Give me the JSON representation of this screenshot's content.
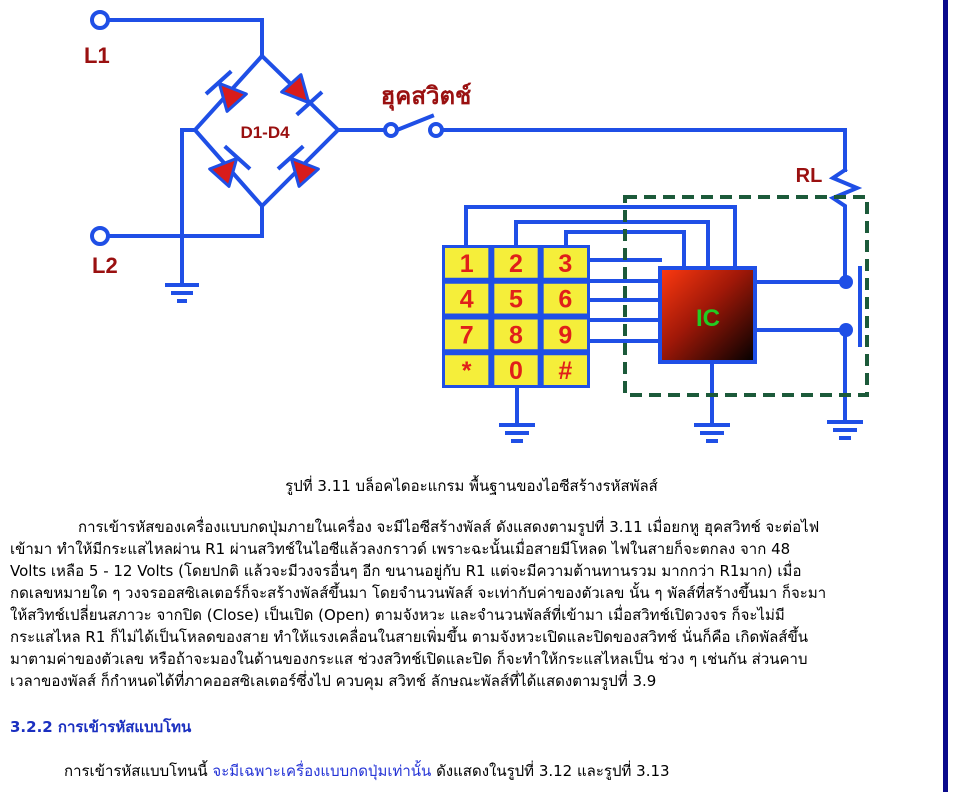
{
  "diagram": {
    "labels": {
      "l1": "L1",
      "l2": "L2",
      "bridge": "D1-D4",
      "hook_switch": "ฮุคสวิตช์",
      "rl": "RL",
      "ic": "IC"
    },
    "keypad": {
      "keys": [
        "1",
        "2",
        "3",
        "4",
        "5",
        "6",
        "7",
        "8",
        "9",
        "*",
        "0",
        "#"
      ]
    },
    "colors": {
      "wire": "#1f4fe6",
      "label": "#9a1010",
      "diode": "#d81c1c",
      "keypad_bg": "#f5ee3a",
      "keypad_text": "#e0201a",
      "ic_text": "#22cc22",
      "dashed_box": "#1c5a3a"
    }
  },
  "caption": "รูปที่ 3.11 บล็อคไดอะแกรม พื้นฐานของไอซีสร้างรหัสพัลส์",
  "paragraph_lines": [
    "การเข้ารหัสของเครื่องแบบกดปุ่มภายในเครื่อง จะมีไอซีสร้างพัลส์ ดังแสดงตามรูปที่ 3.11 เมื่อยกหู ฮุคสวิทช์ จะต่อไฟ",
    "เข้ามา ทำให้มีกระแสไหลผ่าน R1 ผ่านสวิทช์ในไอซีแล้วลงกราวด์ เพราะฉะนั้นเมื่อสายมีโหลด ไฟในสายก็จะตกลง จาก 48",
    "Volts เหลือ 5 - 12 Volts (โดยปกติ แล้วจะมีวงจรอื่นๆ อีก ขนานอยู่กับ R1 แต่จะมีความต้านทานรวม มากกว่า R1มาก) เมื่อ",
    "กดเลขหมายใด ๆ วงจรออสซิเลเตอร์ก็จะสร้างพัลส์ขึ้นมา โดยจำนวนพัลส์ จะเท่ากับค่าของตัวเลข นั้น ๆ พัลส์ที่สร้างขึ้นมา ก็จะมา",
    "ให้สวิทช์เปลี่ยนสภาวะ จากปิด (Close) เป็นเปิด (Open) ตามจังหวะ และจำนวนพัลส์ที่เข้ามา เมื่อสวิทช์เปิดวงจร ก็จะไม่มี",
    "กระแสไหล R1 ก็ไม่ได้เป็นโหลดของสาย ทำให้แรงเคลื่อนในสายเพิ่มขึ้น ตามจังหวะเปิดและปิดของสวิทช์ นั่นก็คือ เกิดพัลส์ขึ้น",
    "มาตามค่าของตัวเลข หรือถ้าจะมองในด้านของกระแส ช่วงสวิทช์เปิดและปิด ก็จะทำให้กระแสไหลเป็น ช่วง ๆ เช่นกัน ส่วนคาบ",
    "เวลาของพัลส์ ก็กำหนดได้ที่ภาคออสซิเลเตอร์ซึ่งไป ควบคุม สวิทช์ ลักษณะพัลส์ที่ได้แสดงตามรูปที่ 3.9"
  ],
  "heading": "3.2.2 การเข้ารหัสแบบโทน",
  "paragraph2": {
    "prefix": "การเข้ารหัสแบบโทนนี้ ",
    "link": "จะมีเฉพาะเครื่องแบบกดปุ่มเท่านั้น",
    "suffix": " ดังแสดงในรูปที่ 3.12 และรูปที่ 3.13"
  }
}
